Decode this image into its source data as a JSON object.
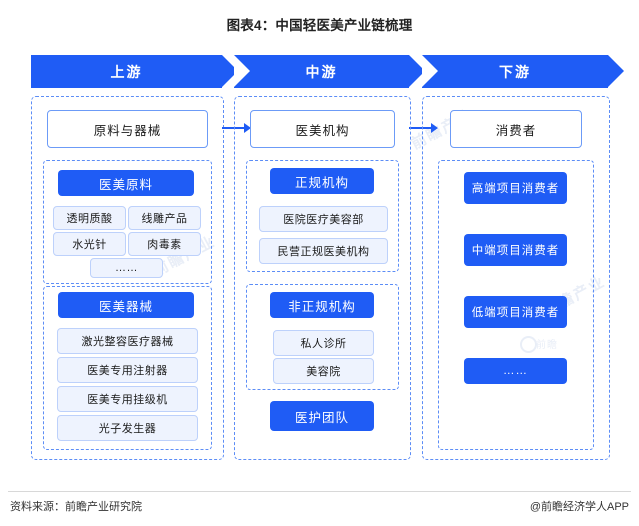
{
  "title": "图表4：中国轻医美产业链梳理",
  "watermarks": [
    "前瞻产业",
    "前瞻产业",
    "前瞻产业",
    "前瞻"
  ],
  "columns": [
    {
      "banner": "上游",
      "head": "原料与器械",
      "groups": [
        {
          "title": "医美原料",
          "items": [
            "透明质酸",
            "线雕产品",
            "水光针",
            "肉毒素",
            "……"
          ]
        },
        {
          "title": "医美器械",
          "items": [
            "激光整容医疗器械",
            "医美专用注射器",
            "医美专用挂级机",
            "光子发生器"
          ]
        }
      ]
    },
    {
      "banner": "中游",
      "head": "医美机构",
      "groups": [
        {
          "title": "正规机构",
          "items": [
            "医院医疗美容部",
            "民营正规医美机构"
          ]
        },
        {
          "title": "非正规机构",
          "items": [
            "私人诊所",
            "美容院"
          ]
        },
        {
          "title": "医护团队",
          "items": []
        }
      ]
    },
    {
      "banner": "下游",
      "head": "消费者",
      "consumers": [
        "高端项目消费者",
        "中端项目消费者",
        "低端项目消费者",
        "……"
      ]
    }
  ],
  "footer": {
    "source": "资料来源：前瞻产业研究院",
    "brand": "@前瞻经济学人APP"
  },
  "colors": {
    "accent": "#1f5cf5",
    "light": "#eef3fe",
    "border": "#6c9bf7"
  }
}
